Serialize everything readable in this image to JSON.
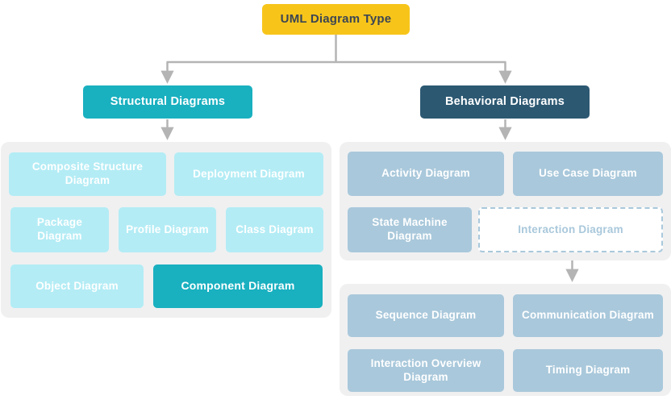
{
  "root": {
    "label": "UML Diagram Type"
  },
  "structural": {
    "label": "Structural Diagrams",
    "items": [
      {
        "label": "Composite Structure Diagram"
      },
      {
        "label": "Deployment Diagram"
      },
      {
        "label": "Package Diagram"
      },
      {
        "label": "Profile Diagram"
      },
      {
        "label": "Class Diagram"
      },
      {
        "label": "Object Diagram"
      },
      {
        "label": "Component Diagram",
        "highlighted": true
      }
    ]
  },
  "behavioral": {
    "label": "Behavioral Diagrams",
    "items": [
      {
        "label": "Activity Diagram"
      },
      {
        "label": "Use Case Diagram"
      },
      {
        "label": "State Machine Diagram"
      },
      {
        "label": "Interaction Diagram",
        "style": "dashed-outline"
      }
    ],
    "interaction_items": [
      {
        "label": "Sequence Diagram"
      },
      {
        "label": "Communication Diagram"
      },
      {
        "label": "Interaction Overview Diagram"
      },
      {
        "label": "Timing Diagram"
      }
    ]
  },
  "colors": {
    "root_bg": "#F7C51A",
    "root_text": "#3C4553",
    "structural_accent": "#19B0C0",
    "behavioral_accent": "#2C5872",
    "structural_item_bg": "#B3ECF5",
    "behavioral_item_bg": "#A9C8DB",
    "highlighted_item_bg": "#19B0C0",
    "dashed_item_border": "#A9C8DB",
    "panel_bg": "#F0F0F1",
    "connector": "#B4B4B4",
    "item_text": "#FFFFFF"
  }
}
